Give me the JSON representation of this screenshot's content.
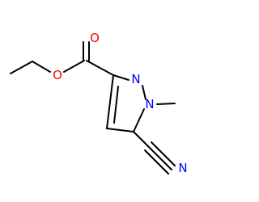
{
  "colors": {
    "bond": "#000000",
    "oxygen": "#ff0000",
    "nitrogen": "#0000ff",
    "background": "#ffffff"
  },
  "atoms": {
    "carbonyl_o": "O",
    "ester_o": "O",
    "ring_n2": "N",
    "ring_n1": "N",
    "nitrile_n": "N"
  }
}
